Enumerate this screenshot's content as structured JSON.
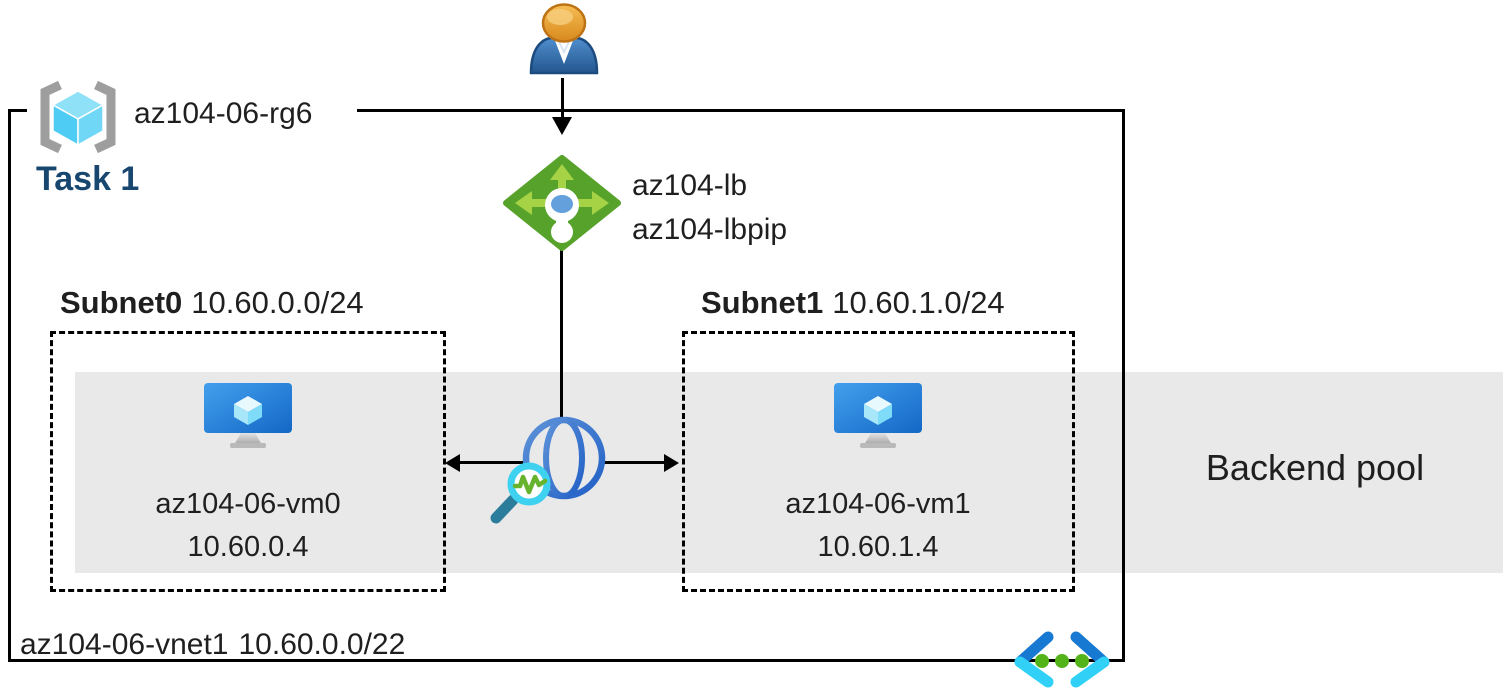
{
  "resource_group": {
    "label": "az104-06-rg6",
    "task": "Task 1"
  },
  "load_balancer": {
    "name": "az104-lb",
    "public_ip": "az104-lbpip"
  },
  "subnets": [
    {
      "name": "Subnet0",
      "cidr": "10.60.0.0/24",
      "vm_name": "az104-06-vm0",
      "vm_ip": "10.60.0.4"
    },
    {
      "name": "Subnet1",
      "cidr": "10.60.1.0/24",
      "vm_name": "az104-06-vm1",
      "vm_ip": "10.60.1.4"
    }
  ],
  "backend_pool": {
    "label": "Backend pool"
  },
  "vnet": {
    "name": "az104-06-vnet1",
    "cidr": "10.60.0.0/22"
  },
  "icons": {
    "user": "user-icon",
    "load_balancer": "load-balancer-icon",
    "health_probe": "globe-magnifier-health-probe-icon",
    "vm": "virtual-machine-icon",
    "resource_group": "resource-group-brackets-cube-icon",
    "virtual_network": "virtual-network-chevrons-icon"
  },
  "colors": {
    "task_text": "#17466F",
    "backend_band": "#E9E9E9",
    "lb_diamond_green": "#56A22A",
    "lb_arrow_green": "#A6D245",
    "lb_dot_blue": "#64A0DC",
    "globe_blue": "#2E6FD0",
    "probe_ring_cyan": "#3FD2F0",
    "probe_pulse_green": "#68B32E",
    "probe_handle_teal": "#2C7D9C",
    "vm_monitor_blue": "#2B86E0",
    "cube_cyan": "#4FCCF4",
    "bracket_gray": "#9E9E9E",
    "vnet_dark_blue": "#1879D2",
    "vnet_cyan": "#31D1F7",
    "vnet_dot_green": "#55B31A",
    "person_head_orange": "#E89A2B",
    "person_body_blue": "#2A5F9E"
  }
}
